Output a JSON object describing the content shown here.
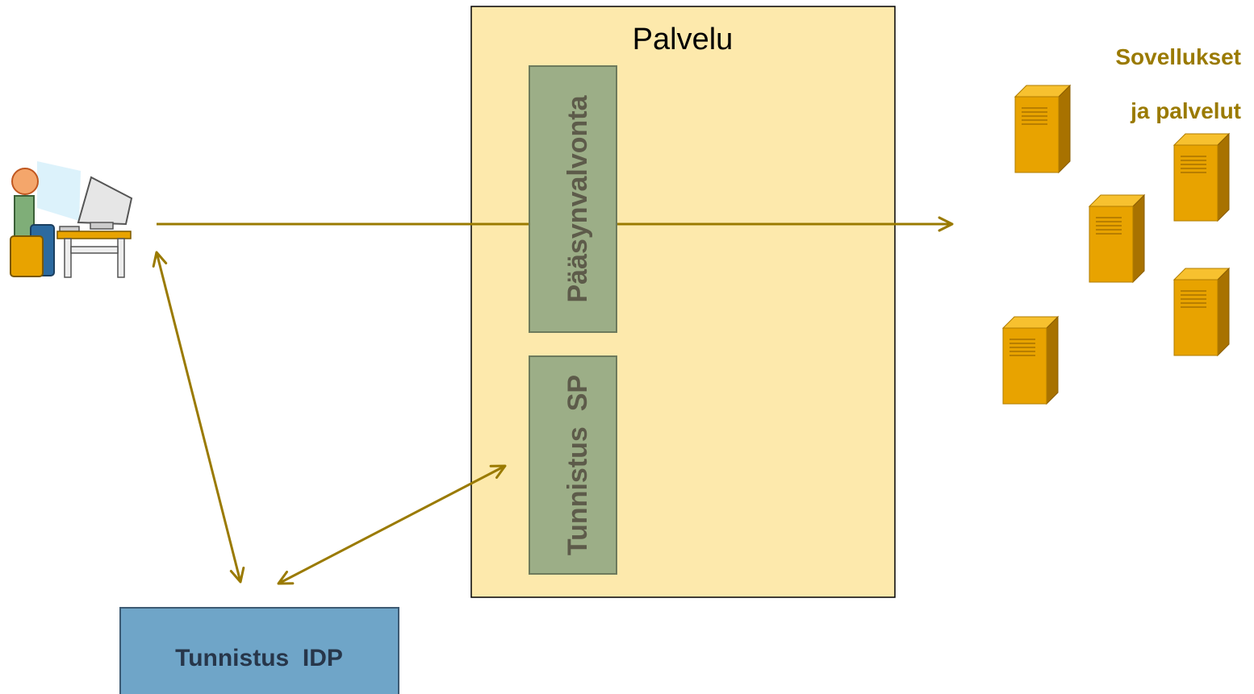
{
  "service": {
    "title": "Palvelu",
    "access_control_label": "Pääsynvalvonta",
    "sp_label": "Tunnistus  SP"
  },
  "idp": {
    "label": "Tunnistus  IDP"
  },
  "applications": {
    "line1": "Sovellukset",
    "line2": "ja palvelut"
  },
  "icons": {
    "user": "user-at-computer-icon",
    "server": "server-icon"
  },
  "colors": {
    "service_fill": "#fde9ac",
    "module_fill": "#9cae87",
    "idp_fill": "#6fa5c8",
    "arrow": "#9a7a00",
    "server": "#e6a500"
  }
}
